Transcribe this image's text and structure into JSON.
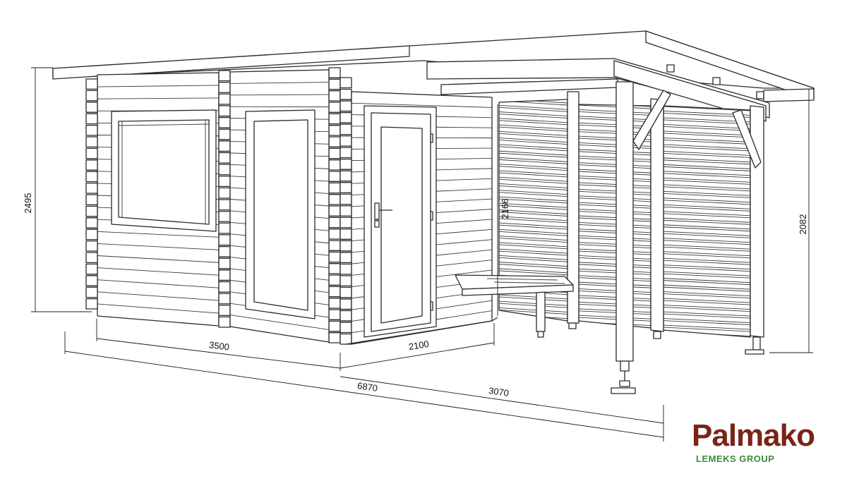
{
  "dimensions": {
    "total_height": "2495",
    "front_width": "3500",
    "side_width": "2100",
    "total_length": "6870",
    "canopy_length": "3070",
    "wall_height": "2166",
    "canopy_height": "2082"
  },
  "brand": {
    "name": "Palmako",
    "group": "LEMEKS GROUP",
    "name_color": "#7a2418",
    "group_color": "#3d8a3a"
  }
}
